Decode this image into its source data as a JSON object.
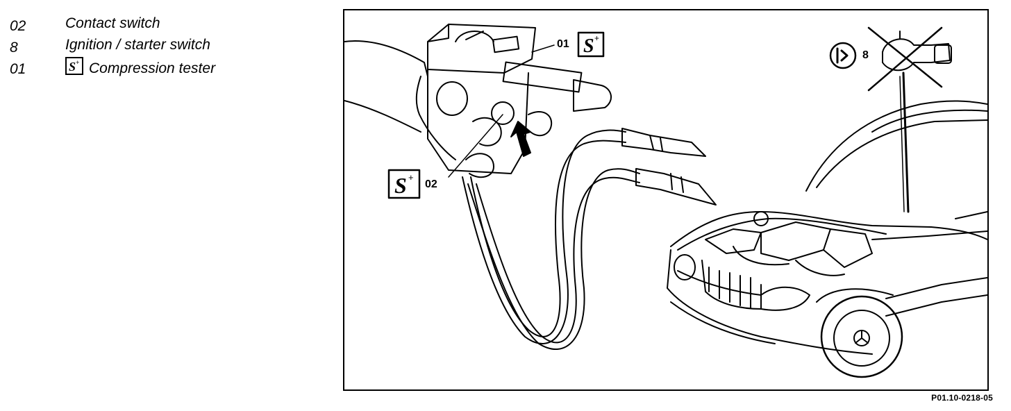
{
  "legend": [
    {
      "num": "02",
      "text": "Contact switch"
    },
    {
      "num": "8",
      "text": "Ignition / starter switch"
    },
    {
      "num": "01",
      "text": "Compression tester",
      "icon": "special-tool-icon"
    }
  ],
  "figure": {
    "callouts": {
      "tester": "01",
      "contact_switch": "02",
      "ignition": "8"
    },
    "figure_id": "P01.10-0218-05"
  }
}
